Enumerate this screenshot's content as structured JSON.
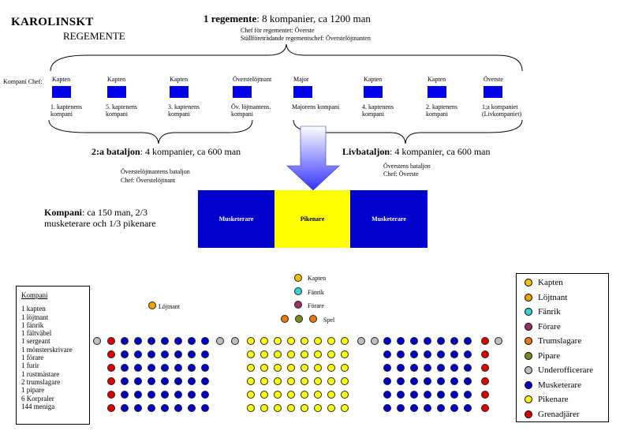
{
  "title": {
    "line1": "KAROLINSKT",
    "line2": "REGEMENTE"
  },
  "regiment": {
    "heading_bold": "1 regemente",
    "heading_rest": ": 8 kompanier, ca 1200 man",
    "chef": "Chef för regementet: Överste",
    "deputy": "Ställföreträdande regementschef: Överstelöjtnanten"
  },
  "kompani_chef_label": "Kompani Chef:",
  "companies": [
    {
      "rank": "Kapten",
      "name": [
        "1. kaptenens",
        "kompani"
      ]
    },
    {
      "rank": "Kapten",
      "name": [
        "5. kaptenens",
        "kompani"
      ]
    },
    {
      "rank": "Kapten",
      "name": [
        "3. kaptenens",
        "kompani"
      ]
    },
    {
      "rank": "Överstelöjtnant",
      "name": [
        "Öv. löjtnantens.",
        "kompani"
      ]
    },
    {
      "rank": "Major",
      "name": [
        "Majorens kompani"
      ]
    },
    {
      "rank": "Kapten",
      "name": [
        "4. kaptenens",
        "kompani"
      ]
    },
    {
      "rank": "Kapten",
      "name": [
        "2. kaptenens",
        "kompani"
      ]
    },
    {
      "rank": "Överste",
      "name": [
        "1;a kompaniet",
        "(Livkompaniet)"
      ]
    }
  ],
  "battalion2": {
    "bold": "2:a bataljon",
    "rest": ": 4 kompanier, ca 600 man",
    "line1": "Överstelöjtnantens bataljon",
    "line2": "Chef: Överstelöjtnant"
  },
  "livbataljon": {
    "bold": "Livbataljon",
    "rest": ": 4 kompanier, ca 600 man",
    "line1": "Överstens bataljon",
    "line2": "Chef: Överste"
  },
  "company_desc": {
    "bold": "Kompani",
    "rest": ": ca 150 man, 2/3 musketerare och 1/3 pikenare"
  },
  "blocks": [
    {
      "label": "Musketerare",
      "color": "#0000cc"
    },
    {
      "label": "Pikenare",
      "color": "#ffff00"
    },
    {
      "label": "Musketerare",
      "color": "#0000cc"
    }
  ],
  "roster": {
    "heading": "Kompani",
    "items": [
      "1 kapten",
      "1 löjtnant",
      "1 fänrik",
      "1 fältväbel",
      "1 sergeant",
      "1 mönsterskrivare",
      "1 förare",
      "1 furir",
      "1 rustmästare",
      "2 trumslagare",
      "1 pipare",
      "6 Korpraler",
      "144 meniga"
    ]
  },
  "formation_labels": {
    "kapten": "Kapten",
    "fanrik": "Fänrik",
    "forare": "Förare",
    "spel": "Spel",
    "lojtnant": "Löjtnant"
  },
  "legend": [
    {
      "label": "Kapten",
      "color": "#f2c200"
    },
    {
      "label": "Löjtnant",
      "color": "#f2a000"
    },
    {
      "label": "Fänrik",
      "color": "#2ed6d6"
    },
    {
      "label": "Förare",
      "color": "#9b2f6a"
    },
    {
      "label": "Trumslagare",
      "color": "#e87a10"
    },
    {
      "label": "Pipare",
      "color": "#7f8a1c"
    },
    {
      "label": "Underofficerare",
      "color": "#bfbfbf"
    },
    {
      "label": "Musketerare",
      "color": "#0000cc"
    },
    {
      "label": "Pikenare",
      "color": "#ffff00"
    },
    {
      "label": "Grenadjärer",
      "color": "#e00000"
    }
  ]
}
